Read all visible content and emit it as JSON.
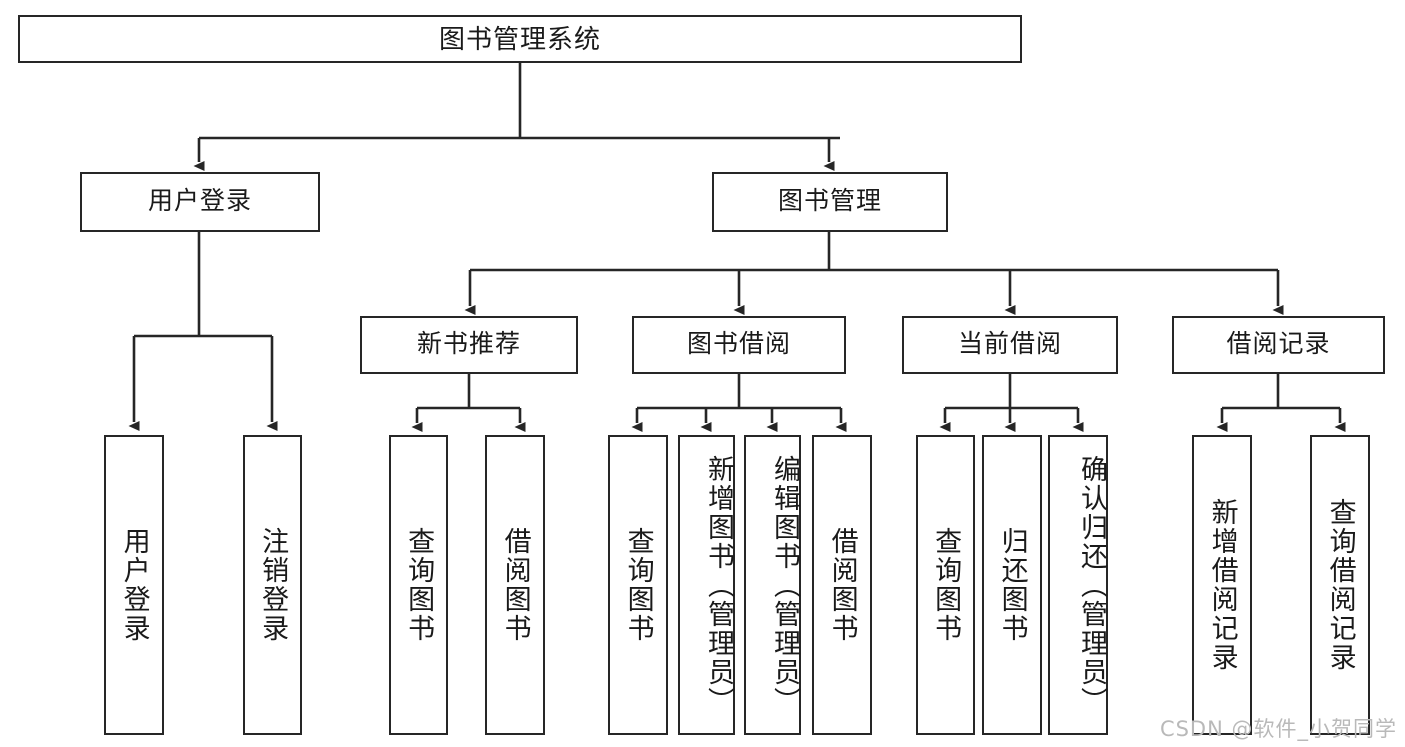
{
  "diagram": {
    "title": "图书管理系统",
    "type": "功能结构图",
    "stroke_color": "#262626",
    "background_color": "#ffffff",
    "text_color": "#1a1a1a",
    "root": {
      "label": "图书管理系统"
    },
    "level2": [
      {
        "label": "用户登录"
      },
      {
        "label": "图书管理"
      }
    ],
    "level3": [
      {
        "label": "新书推荐"
      },
      {
        "label": "图书借阅"
      },
      {
        "label": "当前借阅"
      },
      {
        "label": "借阅记录"
      }
    ],
    "leaves": {
      "user_login": [
        {
          "label": "用户登录"
        },
        {
          "label": "注销登录"
        }
      ],
      "new_book_recommend": [
        {
          "label": "查询图书"
        },
        {
          "label": "借阅图书"
        }
      ],
      "book_borrow": [
        {
          "label": "查询图书"
        },
        {
          "label": "新增图书（管理员）"
        },
        {
          "label": "编辑图书（管理员）"
        },
        {
          "label": "借阅图书"
        }
      ],
      "current_borrow": [
        {
          "label": "查询图书"
        },
        {
          "label": "归还图书"
        },
        {
          "label": "确认归还（管理员）"
        }
      ],
      "borrow_record": [
        {
          "label": "新增借阅记录"
        },
        {
          "label": "查询借阅记录"
        }
      ]
    }
  },
  "watermark": {
    "text": "CSDN @软件_小贺同学"
  }
}
